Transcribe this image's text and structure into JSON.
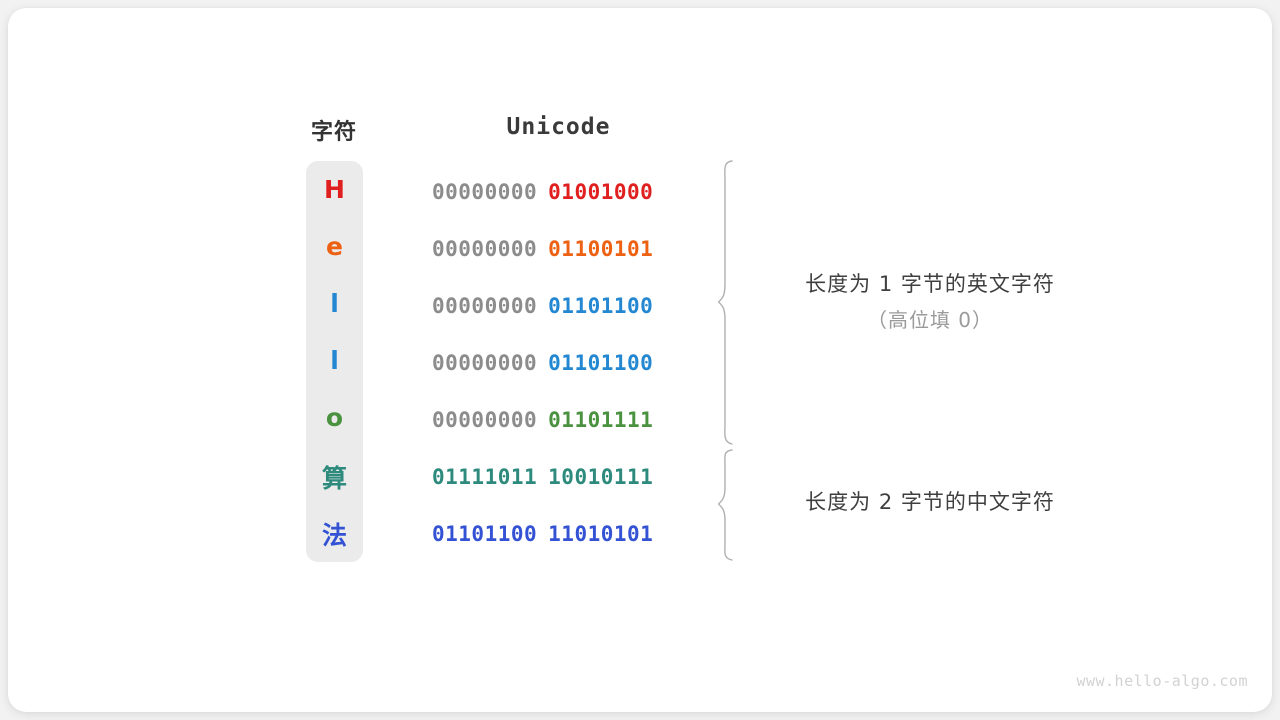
{
  "headers": {
    "char": "字符",
    "unicode": "Unicode"
  },
  "colors": {
    "background": "#f2f2f2",
    "card": "#ffffff",
    "column_panel": "#ebebeb",
    "pad_zero": "#8c8c8c",
    "brace": "#b0b0b0",
    "annotation": "#3f3f3f",
    "annotation_sub": "#9a9a9a",
    "watermark": "#d2d2d2"
  },
  "rows": [
    {
      "char": "H",
      "color": "#e01f1f",
      "high": "00000000",
      "low": "01001000",
      "high_color": "#8c8c8c",
      "low_color": "#e01f1f"
    },
    {
      "char": "e",
      "color": "#ed6112",
      "high": "00000000",
      "low": "01100101",
      "high_color": "#8c8c8c",
      "low_color": "#ed6112"
    },
    {
      "char": "l",
      "color": "#2387d1",
      "high": "00000000",
      "low": "01101100",
      "high_color": "#8c8c8c",
      "low_color": "#2387d1"
    },
    {
      "char": "l",
      "color": "#2387d1",
      "high": "00000000",
      "low": "01101100",
      "high_color": "#8c8c8c",
      "low_color": "#2387d1"
    },
    {
      "char": "o",
      "color": "#4a9240",
      "high": "00000000",
      "low": "01101111",
      "high_color": "#8c8c8c",
      "low_color": "#4a9240"
    },
    {
      "char": "算",
      "color": "#2d8a7c",
      "high": "01111011",
      "low": "10010111",
      "high_color": "#2d8a7c",
      "low_color": "#2d8a7c"
    },
    {
      "char": "法",
      "color": "#3452d4",
      "high": "01101100",
      "low": "11010101",
      "high_color": "#3452d4",
      "low_color": "#3452d4"
    }
  ],
  "annotations": [
    {
      "main": "长度为 1 字节的英文字符",
      "sub": "（高位填 0）"
    },
    {
      "main": "长度为 2 字节的中文字符",
      "sub": ""
    }
  ],
  "watermark": "www.hello-algo.com"
}
